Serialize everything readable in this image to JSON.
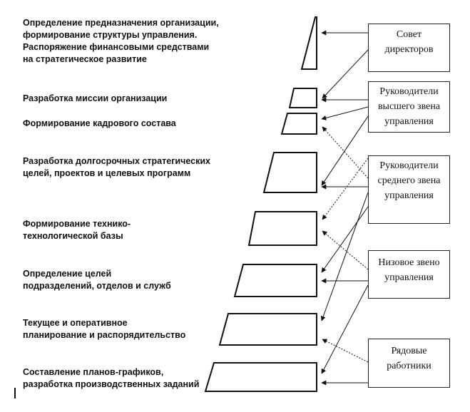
{
  "levels": [
    {
      "text": "Определение предназначения организации,\nформирование структуры управления.\nРаспоряжение финансовыми средствами\nна стратегическое развитие"
    },
    {
      "text": "Разработка миссии организации"
    },
    {
      "text": "Формирование кадрового состава"
    },
    {
      "text": "Разработка долгосрочных стратегических\nцелей, проектов и целевых программ"
    },
    {
      "text": "Формирование технико-\nтехнологической базы"
    },
    {
      "text": "Определение целей\nподразделений, отделов и служб"
    },
    {
      "text": "Текущее и оперативное\nпланирование и распорядительство"
    },
    {
      "text": "Составление планов-графиков,\nразработка производственных заданий"
    }
  ],
  "roles": [
    {
      "text": "Совет\nдиректоров"
    },
    {
      "text": "Руководители\nвысшего звена\nуправления"
    },
    {
      "text": "Руководители\nсреднего звена\nуправления"
    },
    {
      "text": "Низовое звено\nуправления"
    },
    {
      "text": "Рядовые\nработники"
    }
  ]
}
